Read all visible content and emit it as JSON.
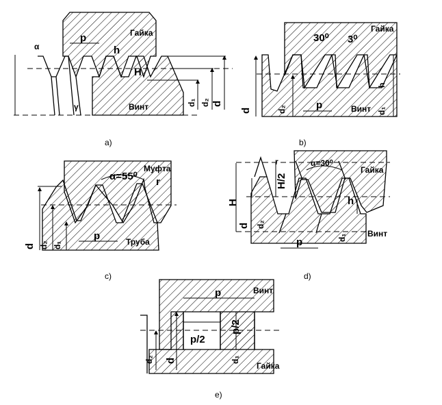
{
  "figure_a": {
    "caption": "a)",
    "nut": "Гайка",
    "screw": "Винт",
    "pitch": "p",
    "angle": "α",
    "gamma": "γ",
    "h": "h",
    "H": "H",
    "d1": "d₁",
    "d2": "d₂",
    "d": "d"
  },
  "figure_b": {
    "caption": "b)",
    "angle_30": "30⁰",
    "angle_3": "3⁰",
    "nut": "Гайка",
    "screw": "Винт",
    "d": "d",
    "d2": "d₂",
    "pitch": "p",
    "h": "h",
    "d1": "d₁"
  },
  "figure_c": {
    "caption": "c)",
    "angle": "α=55⁰",
    "coupling": "Муфта",
    "r": "r",
    "pipe": "Труба",
    "pitch": "p",
    "d": "d",
    "d2": "d₂",
    "d1": "d₁"
  },
  "figure_d": {
    "caption": "d)",
    "r": "r",
    "angle": "α=30⁰",
    "half_H": "H/2",
    "nut": "Гайка",
    "H": "H",
    "h": "h",
    "d": "d",
    "d2": "d₂",
    "pitch": "p",
    "d1": "d₁",
    "screw": "Винт"
  },
  "figure_e": {
    "caption": "e)",
    "pitch": "p",
    "screw": "Винт",
    "half_p": "p/2",
    "half_p_vertical": "p/2",
    "d2": "d₂",
    "d": "d",
    "d1": "d₁",
    "nut": "Гайка"
  }
}
